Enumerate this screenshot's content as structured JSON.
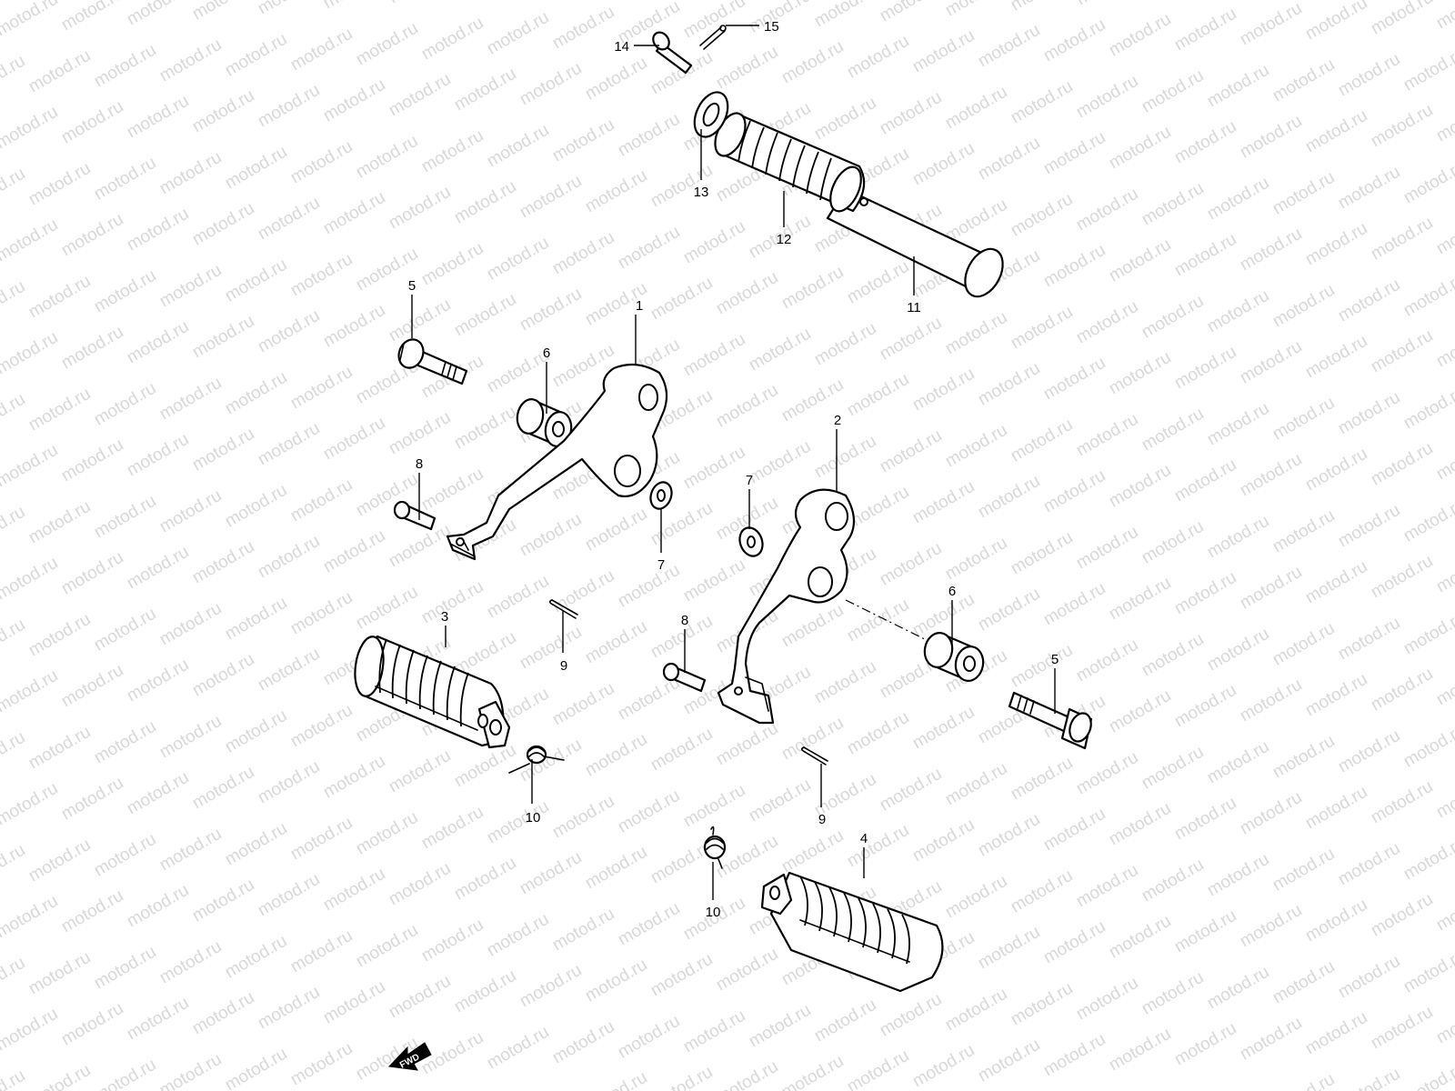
{
  "watermark": "motod.ru",
  "direction_badge": "FWD",
  "callouts": {
    "c1": "1",
    "c2": "2",
    "c3": "3",
    "c4": "4",
    "c5a": "5",
    "c5b": "5",
    "c6a": "6",
    "c6b": "6",
    "c7a": "7",
    "c7b": "7",
    "c8a": "8",
    "c8b": "8",
    "c9a": "9",
    "c9b": "9",
    "c10a": "10",
    "c10b": "10",
    "c11": "11",
    "c12": "12",
    "c13": "13",
    "c14": "14",
    "c15": "15"
  }
}
